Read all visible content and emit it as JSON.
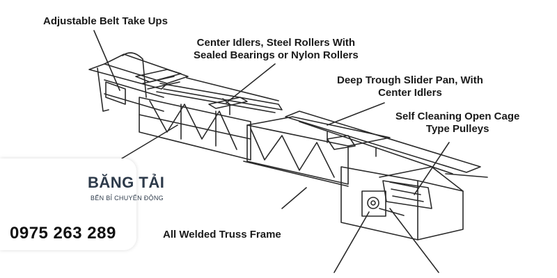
{
  "labels": {
    "belt_take_ups": "Adjustable Belt Take Ups",
    "center_idlers_line1": "Center Idlers, Steel Rollers With",
    "center_idlers_line2": "Sealed Bearings or Nylon Rollers",
    "slider_pan_line1": "Deep Trough Slider Pan, With",
    "slider_pan_line2": "Center Idlers",
    "pulleys_line1": "Self Cleaning Open Cage",
    "pulleys_line2": "Type Pulleys",
    "truss_frame": "All Welded Truss Frame"
  },
  "logo": {
    "brand": "BĂNG TẢI",
    "tagline": "BẾN BỈ CHUYỂN ĐỘNG",
    "phone": "0975 263 289",
    "colors": {
      "gear": "#3a3a3a",
      "accent": "#6db33f",
      "text": "#2d3a4a"
    }
  },
  "colors": {
    "line": "#2a2a2a",
    "background": "#ffffff"
  }
}
